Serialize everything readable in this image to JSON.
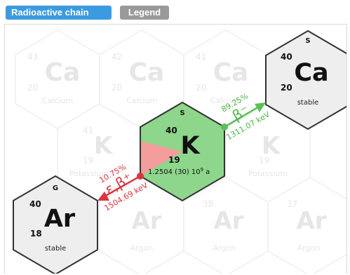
{
  "tabs": [
    {
      "label": "Radioactive chain",
      "active": true
    },
    {
      "label": "Legend",
      "active": false
    }
  ],
  "colors": {
    "tab_active": "#3b9be0",
    "tab_inactive": "#9a9a9a",
    "stable_fill": "#eeeeee",
    "parent_fill": "#8ed68c",
    "parent_wedge": "#f39d9d",
    "beta_minus": "#5cc05a",
    "ec_beta_plus": "#d9363e",
    "ghost_text": "#e4e4e4",
    "ghost_border": "#eeeeee"
  },
  "ghost_cells": [
    {
      "mass": "43",
      "z": "20",
      "symbol": "Ca",
      "name": "Calcium"
    },
    {
      "mass": "42",
      "z": "20",
      "symbol": "Ca",
      "name": "Calcium"
    },
    {
      "mass": "41",
      "z": "20",
      "symbol": "Ca",
      "name": "Calcium"
    },
    {
      "mass": "41",
      "z": "19",
      "symbol": "K",
      "name": "Potassium"
    },
    {
      "mass": "",
      "z": "19",
      "symbol": "K",
      "name": "Potassium"
    },
    {
      "mass": "",
      "z": "",
      "symbol": "Ar",
      "name": "Argon"
    },
    {
      "mass": "38",
      "z": "",
      "symbol": "Ar",
      "name": "Argon"
    },
    {
      "mass": "37",
      "z": "",
      "symbol": "Ar",
      "name": "Argon"
    }
  ],
  "parent": {
    "mode_badge": "S",
    "mass": "40",
    "z": "19",
    "symbol": "K",
    "half_life": "1.2504 (30) 10",
    "half_life_exp": "9",
    "half_life_unit": "a"
  },
  "daughter_ca": {
    "mode_badge": "S",
    "mass": "40",
    "z": "20",
    "symbol": "Ca",
    "status": "stable"
  },
  "daughter_ar": {
    "mode_badge": "G",
    "mass": "40",
    "z": "18",
    "symbol": "Ar",
    "status": "stable"
  },
  "decay_beta_minus": {
    "percent": "89.25%",
    "label": "β⁻",
    "energy": "1311.07 keV"
  },
  "decay_ec": {
    "percent": "10.75%",
    "label": "ε,β⁺",
    "energy": "1504.69 keV"
  }
}
